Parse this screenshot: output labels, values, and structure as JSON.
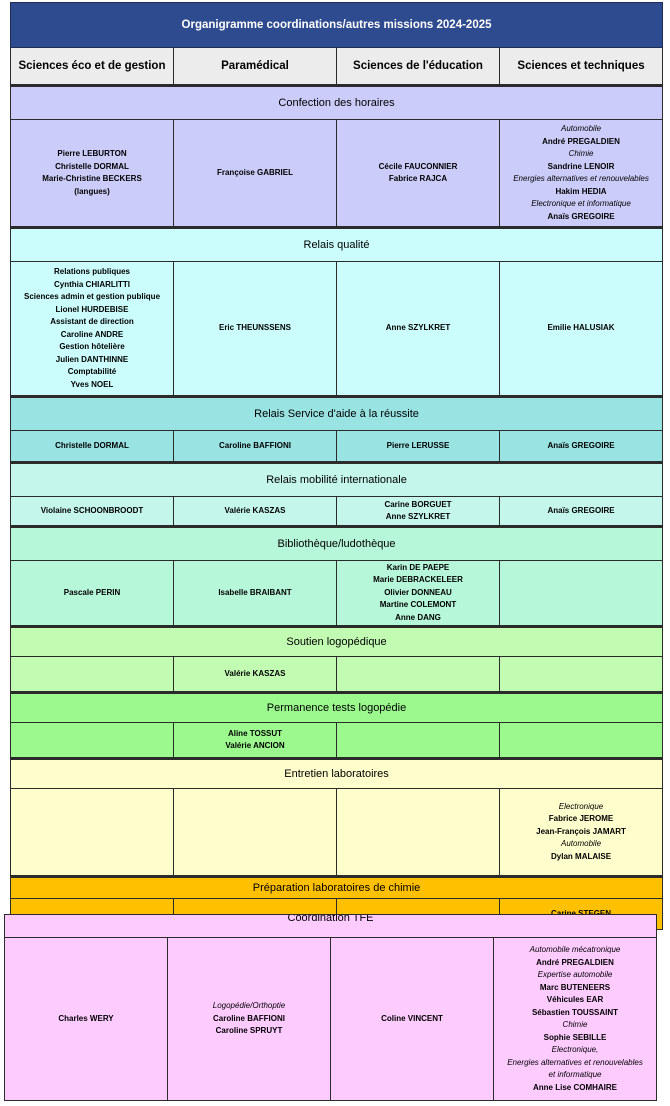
{
  "title": "Organigramme coordinations/autres missions  2024-2025",
  "columns": [
    "Sciences éco et de gestion",
    "Paramédical",
    "Sciences de l'éducation",
    "Sciences et techniques"
  ],
  "colors": {
    "title_bg": "#2f4b8f",
    "header_bg": "#ececec",
    "confection": "#ccccfa",
    "relais_qualite": "#ccfdfd",
    "relais_aide": "#99e3e3",
    "relais_mobilite": "#c4f6ec",
    "bibliotheque": "#b6f6d9",
    "soutien_logo": "#c2fbb2",
    "permanence": "#9bf98e",
    "entretien": "#fefdcc",
    "preparation": "#ffc000",
    "coordination": "#fecbff"
  },
  "sections": [
    {
      "title": "Confection des horaires",
      "cells": [
        [
          {
            "t": "Pierre LEBURTON"
          },
          {
            "t": "Christelle DORMAL"
          },
          {
            "t": "Marie-Christine BECKERS"
          },
          {
            "t": "(langues)"
          }
        ],
        [
          {
            "t": "Françoise GABRIEL"
          }
        ],
        [
          {
            "t": "Cécile FAUCONNIER"
          },
          {
            "t": "Fabrice RAJCA"
          }
        ],
        [
          {
            "t": "Automobile",
            "s": "it"
          },
          {
            "t": "André PREGALDIEN"
          },
          {
            "t": "Chimie",
            "s": "it"
          },
          {
            "t": "Sandrine LENOIR"
          },
          {
            "t": "Energies alternatives et renouvelables",
            "s": "it"
          },
          {
            "t": "Hakim HEDIA"
          },
          {
            "t": "Electronique et informatique",
            "s": "it"
          },
          {
            "t": "Anaïs GREGOIRE"
          }
        ]
      ]
    },
    {
      "title": "Relais qualité",
      "cells": [
        [
          {
            "t": "Relations publiques"
          },
          {
            "t": "Cynthia CHIARLITTI"
          },
          {
            "t": "Sciences admin et gestion publique"
          },
          {
            "t": "Lionel HURDEBISE"
          },
          {
            "t": "Assistant de direction"
          },
          {
            "t": "Caroline ANDRE"
          },
          {
            "t": "Gestion hôtelière"
          },
          {
            "t": "Julien DANTHINNE"
          },
          {
            "t": "Comptabilité"
          },
          {
            "t": "Yves NOEL"
          }
        ],
        [
          {
            "t": "Eric THEUNSSENS"
          }
        ],
        [
          {
            "t": "Anne SZYLKRET"
          }
        ],
        [
          {
            "t": "Emilie HALUSIAK"
          }
        ]
      ]
    },
    {
      "title": "Relais Service d'aide à la réussite",
      "cells": [
        [
          {
            "t": "Christelle DORMAL"
          }
        ],
        [
          {
            "t": "Caroline BAFFIONI"
          }
        ],
        [
          {
            "t": "Pierre LERUSSE"
          }
        ],
        [
          {
            "t": "Anaïs GREGOIRE"
          }
        ]
      ]
    },
    {
      "title": "Relais mobilité internationale",
      "cells": [
        [
          {
            "t": "Violaine SCHOONBROODT"
          }
        ],
        [
          {
            "t": "Valérie KASZAS"
          }
        ],
        [
          {
            "t": "Carine BORGUET"
          },
          {
            "t": "Anne SZYLKRET"
          }
        ],
        [
          {
            "t": "Anaïs GREGOIRE"
          }
        ]
      ]
    },
    {
      "title": "Bibliothèque/ludothèque",
      "cells": [
        [
          {
            "t": "Pascale PERIN"
          }
        ],
        [
          {
            "t": "Isabelle BRAIBANT"
          }
        ],
        [
          {
            "t": "Karin DE PAEPE"
          },
          {
            "t": "Marie DEBRACKELEER"
          },
          {
            "t": "Olivier DONNEAU"
          },
          {
            "t": "Martine COLEMONT"
          },
          {
            "t": "Anne DANG"
          }
        ],
        []
      ]
    },
    {
      "title": "Soutien logopédique",
      "cells": [
        [],
        [
          {
            "t": "Valérie KASZAS"
          }
        ],
        [],
        []
      ]
    },
    {
      "title": "Permanence tests logopédie",
      "cells": [
        [],
        [
          {
            "t": "Aline TOSSUT"
          },
          {
            "t": "Valérie ANCION"
          }
        ],
        [],
        []
      ]
    },
    {
      "title": "Entretien laboratoires",
      "cells": [
        [],
        [],
        [],
        [
          {
            "t": "Electronique",
            "s": "it"
          },
          {
            "t": "Fabrice JEROME"
          },
          {
            "t": "Jean-François JAMART"
          },
          {
            "t": "Automobile",
            "s": "it"
          },
          {
            "t": "Dylan MALAISE"
          }
        ]
      ]
    },
    {
      "title": "Préparation laboratoires de chimie",
      "cells": [
        [],
        [],
        [],
        [
          {
            "t": "Carine STEGEN"
          }
        ]
      ]
    }
  ],
  "coordination": {
    "title": "Coordination TFE",
    "cells": [
      [
        {
          "t": "Charles WERY"
        }
      ],
      [
        {
          "t": "Logopédie/Orthoptie",
          "s": "it"
        },
        {
          "t": "Caroline BAFFIONI"
        },
        {
          "t": "Caroline SPRUYT"
        }
      ],
      [
        {
          "t": "Coline VINCENT"
        }
      ],
      [
        {
          "t": "Automobile mécatronique",
          "s": "it"
        },
        {
          "t": "André PREGALDIEN"
        },
        {
          "t": "Expertise automobile",
          "s": "it"
        },
        {
          "t": "Marc BUTENEERS"
        },
        {
          "t": "Véhicules EAR"
        },
        {
          "t": "Sébastien TOUSSAINT"
        },
        {
          "t": "Chimie",
          "s": "it"
        },
        {
          "t": "Sophie SEBILLE"
        },
        {
          "t": "Electronique,",
          "s": "it"
        },
        {
          "t": "Energies alternatives et renouvelables",
          "s": "it"
        },
        {
          "t": "et informatique",
          "s": "it"
        },
        {
          "t": "Anne Lise COMHAIRE"
        }
      ]
    ]
  }
}
